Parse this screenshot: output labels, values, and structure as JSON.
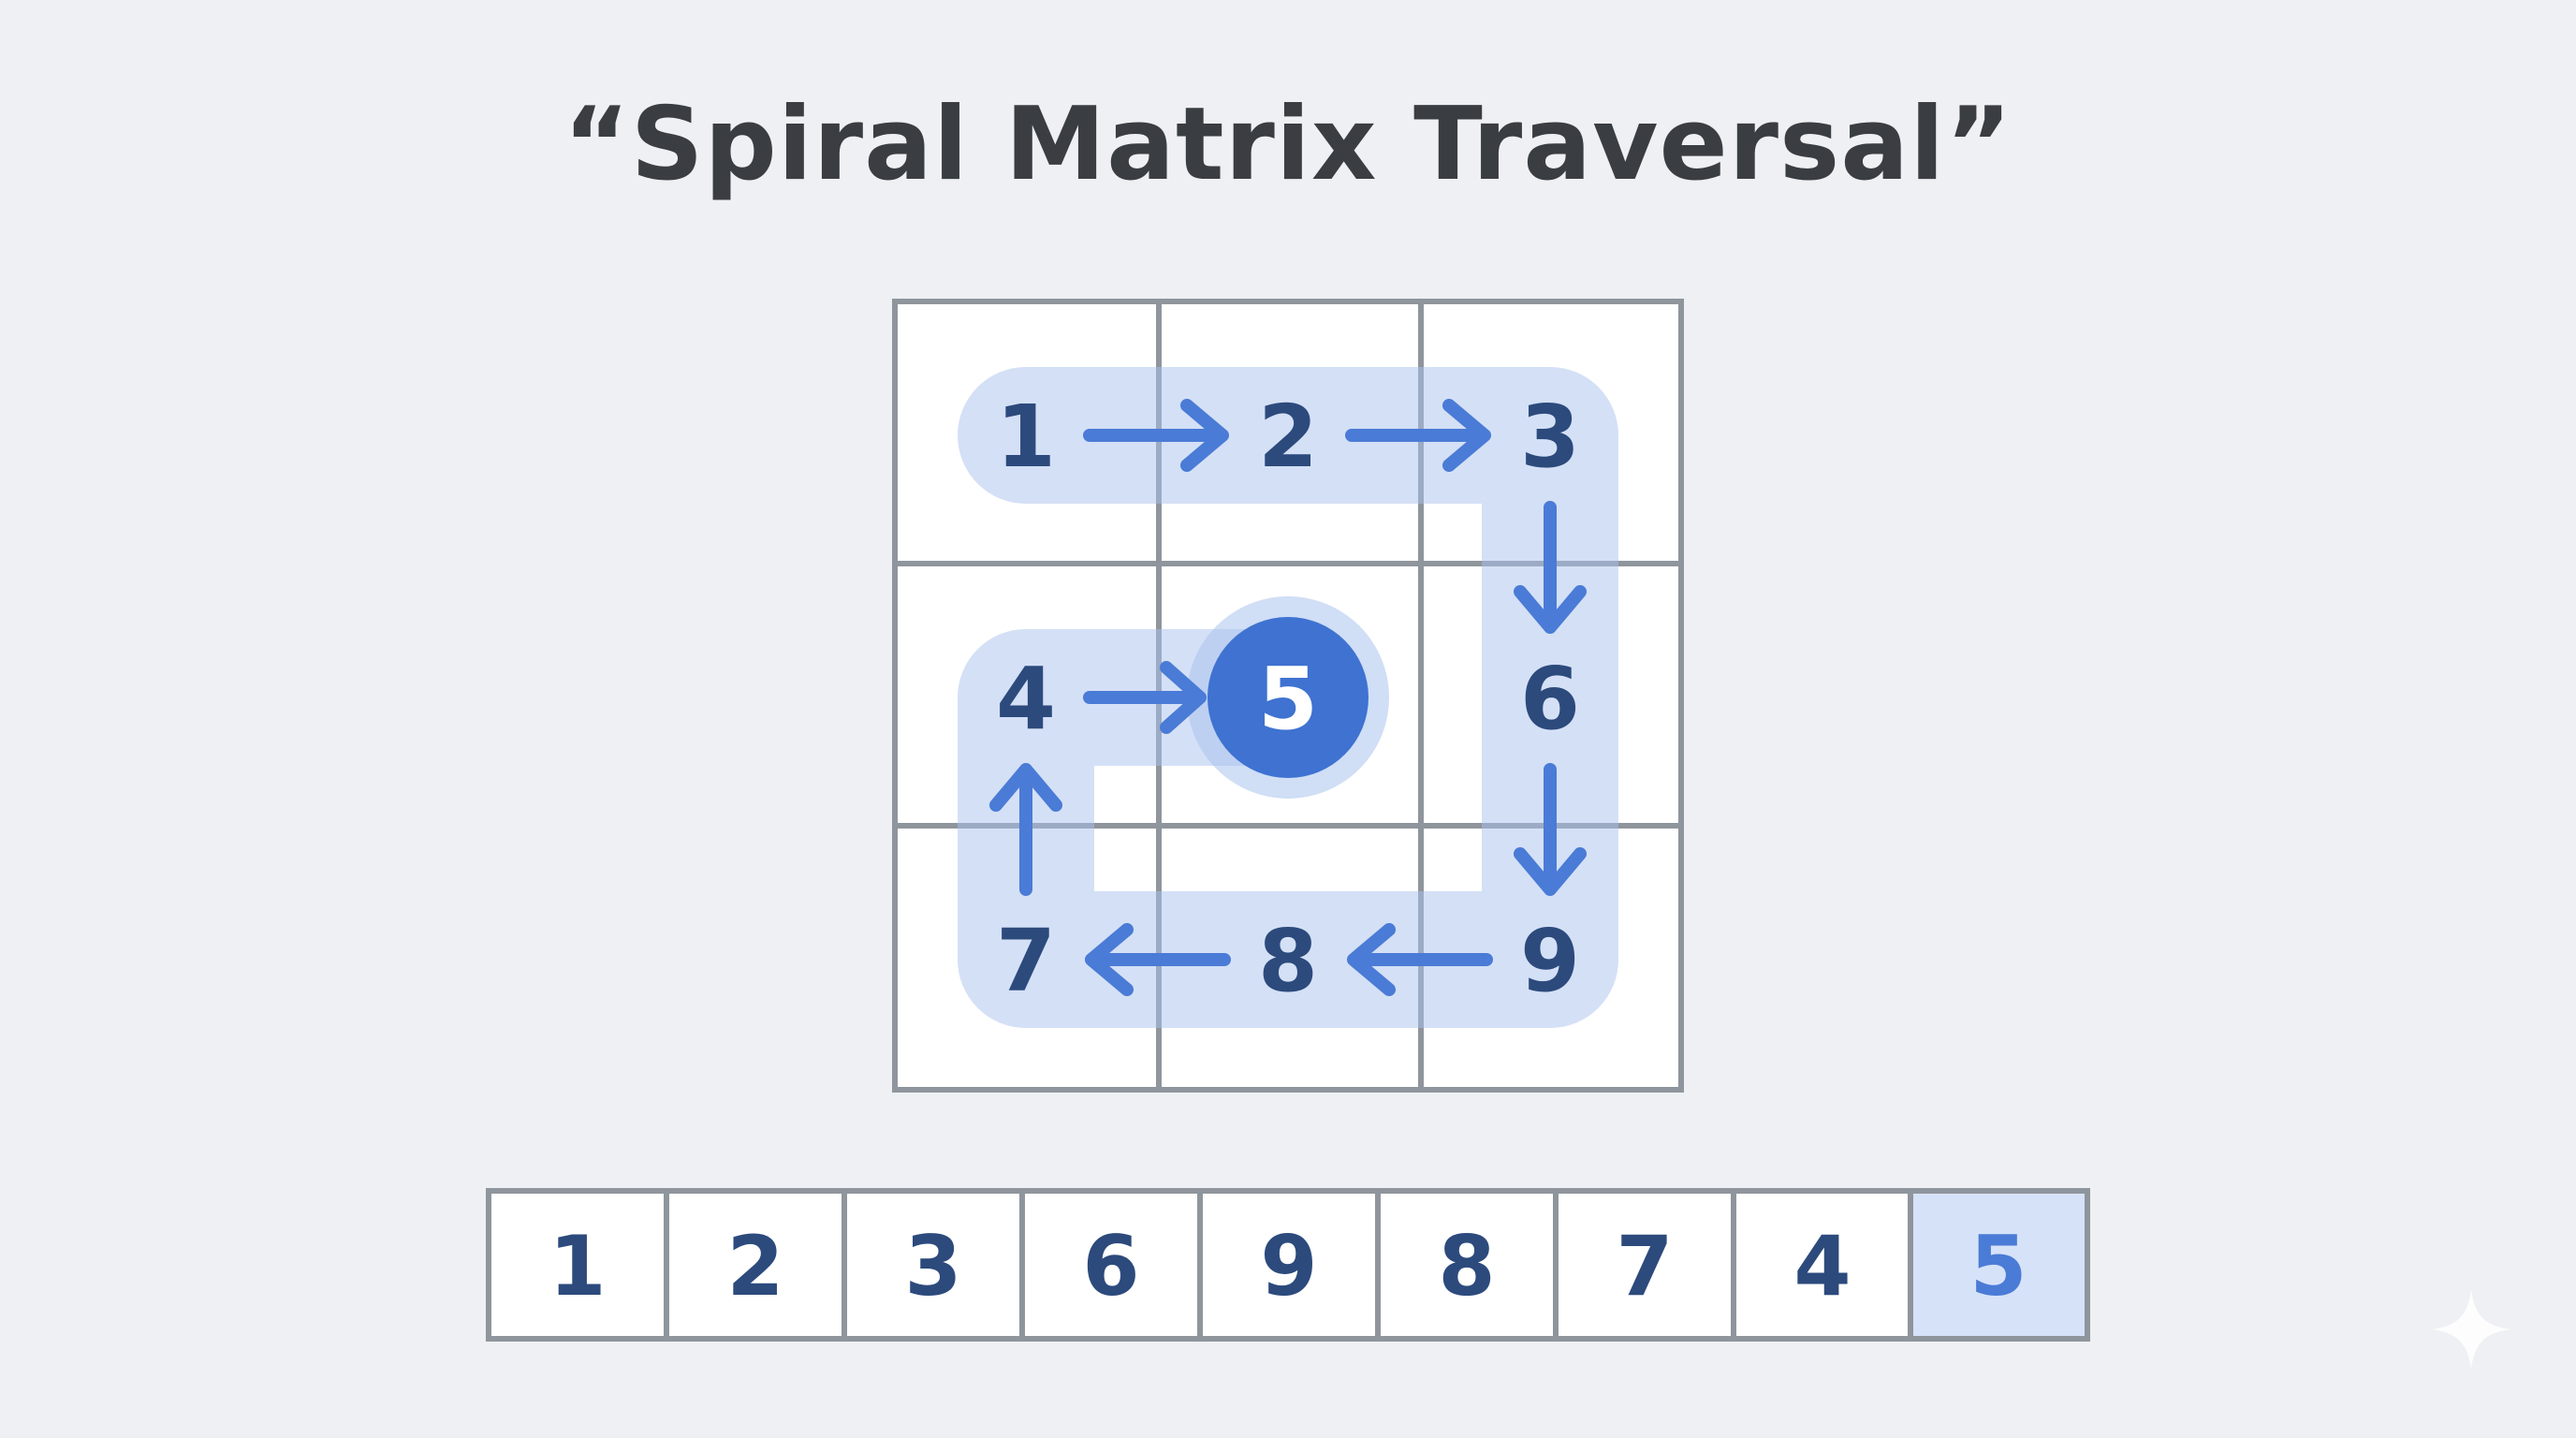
{
  "title": "“Spiral Matrix Traversal”",
  "matrix": {
    "rows": [
      [
        "1",
        "2",
        "3"
      ],
      [
        "4",
        "5",
        "6"
      ],
      [
        "7",
        "8",
        "9"
      ]
    ]
  },
  "traversal_order": [
    "1",
    "2",
    "3",
    "6",
    "9",
    "8",
    "7",
    "4",
    "5"
  ],
  "output": {
    "values": [
      "1",
      "2",
      "3",
      "6",
      "9",
      "8",
      "7",
      "4",
      "5"
    ]
  },
  "colors": {
    "background": "#eef0f3",
    "grid_line": "#8f959c",
    "path_highlight": "#d6e2f8",
    "arrow": "#4a7bd6",
    "number": "#2c4a7c",
    "center_fill": "#3f72d1",
    "last_output_cell": "#d6e2f8"
  },
  "icons": {
    "corner": "sparkle-icon"
  }
}
